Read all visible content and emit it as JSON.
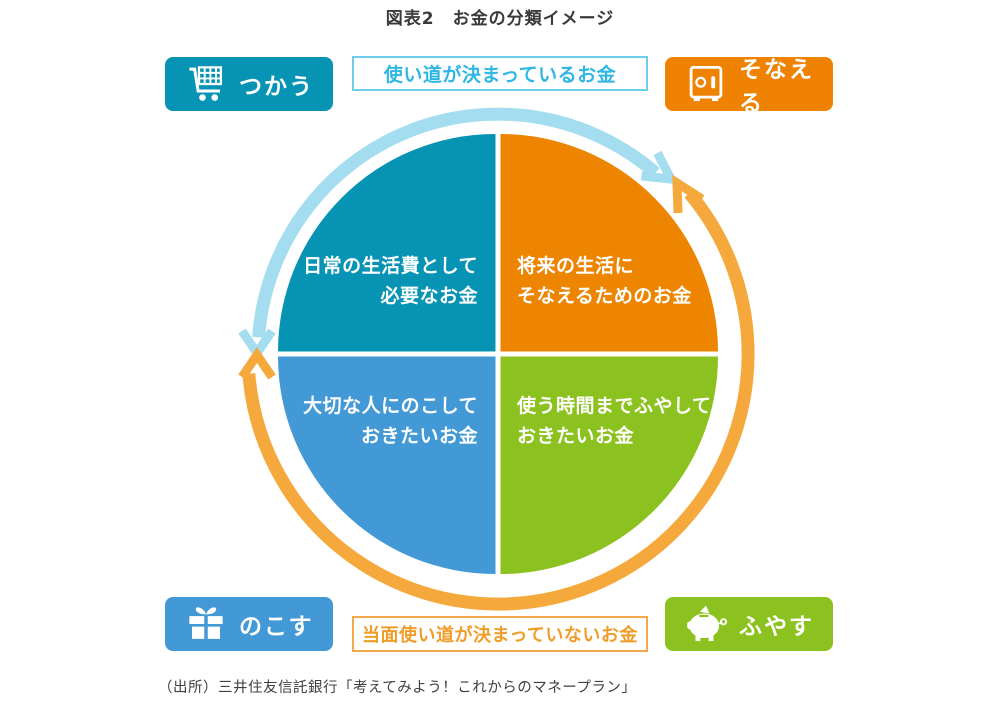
{
  "title": "図表2　お金の分類イメージ",
  "source": "（出所）三井住友信託銀行「考えてみよう！これからのマネープラン」",
  "banners": {
    "top": {
      "label": "使い道が決まっているお金",
      "text_color": "#2eb6e4",
      "border_color": "#6fcdec"
    },
    "bottom": {
      "label": "当面使い道が決まっていないお金",
      "text_color": "#ef9d28",
      "border_color": "#f2a94a"
    }
  },
  "corner_tags": {
    "use": {
      "label": "つかう",
      "icon": "shopping-cart-icon",
      "color": "#0794b4"
    },
    "prepare": {
      "label": "そなえる",
      "icon": "safe-icon",
      "color": "#ef8200"
    },
    "leave": {
      "label": "のこす",
      "icon": "gift-icon",
      "color": "#4299d5"
    },
    "grow": {
      "label": "ふやす",
      "icon": "piggy-bank-icon",
      "color": "#8cc21f"
    }
  },
  "quadrants": {
    "top_left": {
      "line1": "日常の生活費として",
      "line2": "必要なお金",
      "color": "#0794b4"
    },
    "top_right": {
      "line1": "将来の生活に",
      "line2": "そなえるためのお金",
      "color": "#ee8500"
    },
    "bottom_left": {
      "line1": "大切な人にのこして",
      "line2": "おきたいお金",
      "color": "#4299d5"
    },
    "bottom_right": {
      "line1": "使う時間までふやして",
      "line2": "おきたいお金",
      "color": "#8cc21f"
    }
  },
  "arrows": {
    "top_arc": {
      "color": "#a3ddef",
      "style": "double-headed curved arrow over top half"
    },
    "bottom_arc": {
      "color": "#f5a93c",
      "style": "double-headed curved arrow around bottom half"
    }
  }
}
